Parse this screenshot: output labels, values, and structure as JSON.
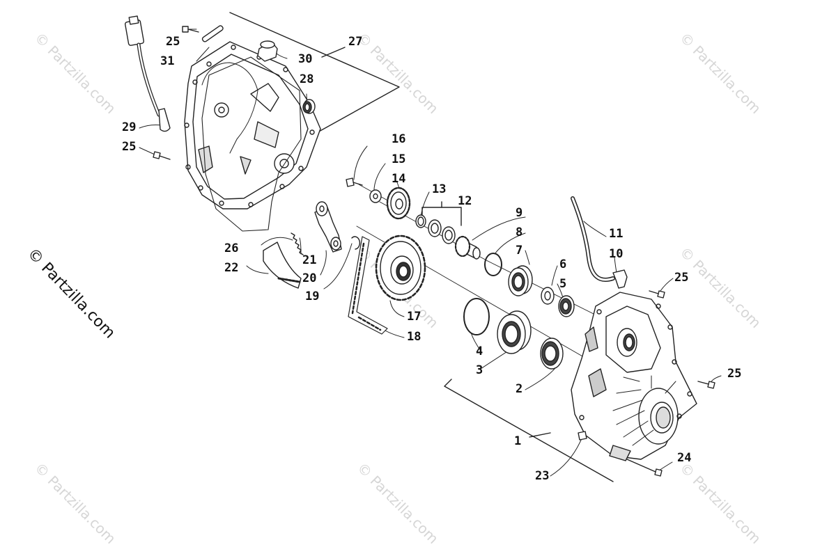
{
  "copyright": "© Partzilla.com",
  "watermark": "© Partzilla.com",
  "callouts": {
    "n1": "1",
    "n2": "2",
    "n3": "3",
    "n4": "4",
    "n5": "5",
    "n6": "6",
    "n7": "7",
    "n8": "8",
    "n9": "9",
    "n10": "10",
    "n11": "11",
    "n12": "12",
    "n13": "13",
    "n14": "14",
    "n15": "15",
    "n16": "16",
    "n17": "17",
    "n18": "18",
    "n19": "19",
    "n20": "20",
    "n21": "21",
    "n22": "22",
    "n23": "23",
    "n24": "24",
    "n25": "25",
    "n26": "26",
    "n27": "27",
    "n28": "28",
    "n29": "29",
    "n30": "30",
    "n31": "31"
  }
}
